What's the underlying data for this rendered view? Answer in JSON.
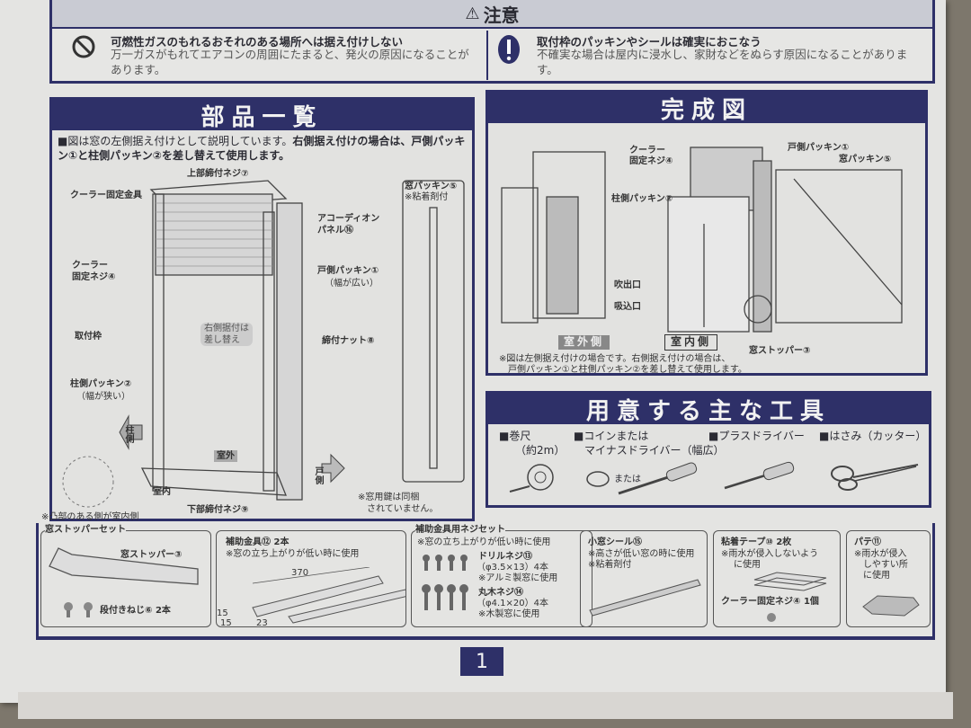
{
  "caution": {
    "title": "注意",
    "items": [
      {
        "icon": "prohibited-icon",
        "title": "可燃性ガスのもれるおそれのある場所へは据え付けしない",
        "text": "万一ガスがもれてエアコンの周囲にたまると、発火の原因になることがあります。"
      },
      {
        "icon": "exclamation-icon",
        "title": "取付枠のパッキンやシールは確実におこなう",
        "text": "不確実な場合は屋内に浸水し、家財などをぬらす原因になることがあります。"
      }
    ]
  },
  "parts": {
    "title": "部品一覧",
    "intro_normal": "■図は窓の左側据え付けとして説明しています。",
    "intro_bold": "右側据え付けの場合は、戸側パッキン①と柱側パッキン②を差し替えて使用します。",
    "labels": {
      "top_screw": "上部締付ネジ⑦",
      "bracket": "クーラー固定金具",
      "accordion": "アコーディオン",
      "accordion2": "パネル⑯",
      "cooler_screw": "クーラー",
      "cooler_screw2": "固定ネジ④",
      "door_packing": "戸側パッキン①",
      "door_packing_note": "（幅が広い）",
      "frame": "取付枠",
      "swap": "右側据付は",
      "swap2": "差し替え",
      "nut": "締付ナット⑧",
      "pillar_packing": "柱側パッキン②",
      "pillar_packing_note": "（幅が狭い）",
      "pillar_side": "柱側",
      "door_side": "戸側",
      "outdoor": "室外",
      "indoor": "室内",
      "bottom_screw": "下部締付ネジ⑨",
      "convex_note": "※凸部のある側が室内側",
      "window_packing": "窓パッキン⑤",
      "window_packing_note": "※粘着剤付",
      "lock_note": "※窓用鍵は同梱",
      "lock_note2": "されていません。"
    }
  },
  "completed": {
    "title": "完成図",
    "labels": {
      "cooler_screw": "クーラー",
      "cooler_screw2": "固定ネジ④",
      "door_packing": "戸側パッキン①",
      "window_packing": "窓パッキン⑤",
      "pillar_packing": "柱側パッキン②",
      "outlet": "吹出口",
      "inlet": "吸込口",
      "outdoor": "室外側",
      "indoor": "室内側",
      "stopper": "窓ストッパー③"
    },
    "note": "※図は左側据え付けの場合です。右側据え付けの場合は、",
    "note2": "戸側パッキン①と柱側パッキン②を差し替えて使用します。"
  },
  "tools": {
    "title": "用意する主な工具",
    "items": [
      {
        "label": "■巻尺",
        "sub": "（約2m）",
        "icon": "tape-measure-icon"
      },
      {
        "label": "■コインまたは",
        "sub": "マイナスドライバー（幅広）",
        "icon": "flathead-screwdriver-icon",
        "or": "または"
      },
      {
        "label": "■プラスドライバー",
        "sub": "",
        "icon": "phillips-screwdriver-icon"
      },
      {
        "label": "■はさみ（カッター）",
        "sub": "",
        "icon": "scissors-icon"
      }
    ]
  },
  "accessories": {
    "stopper_set": {
      "title": "窓ストッパーセット",
      "stopper": "窓ストッパー③",
      "screw": "段付きねじ⑥ 2本"
    },
    "aux_bracket": {
      "title": "補助金具⑫ 2本",
      "note": "※窓の立ち上がりが低い時に使用",
      "dims": [
        "370",
        "15",
        "15",
        "23"
      ]
    },
    "aux_screws": {
      "title": "補助金具用ネジセット",
      "note": "※窓の立ち上がりが低い時に使用",
      "drill": "ドリルネジ⑬",
      "drill_spec": "（φ3.5×13）4本",
      "drill_note": "※アルミ製窓に使用",
      "wood": "丸木ネジ⑭",
      "wood_spec": "（φ4.1×20）4本",
      "wood_note": "※木製窓に使用"
    },
    "small_seal": {
      "title": "小窓シール⑮",
      "note": "※高さが低い窓の時に使用",
      "note2": "※粘着剤付"
    },
    "tape": {
      "title": "粘着テープ⑩ 2枚",
      "note": "※雨水が侵入しないよう",
      "note2": "に使用",
      "screw": "クーラー固定ネジ④ 1個"
    },
    "putty": {
      "title": "パテ⑪",
      "note": "※雨水が侵入",
      "note2": "しやすい所",
      "note3": "に使用"
    }
  },
  "page_number": "1"
}
